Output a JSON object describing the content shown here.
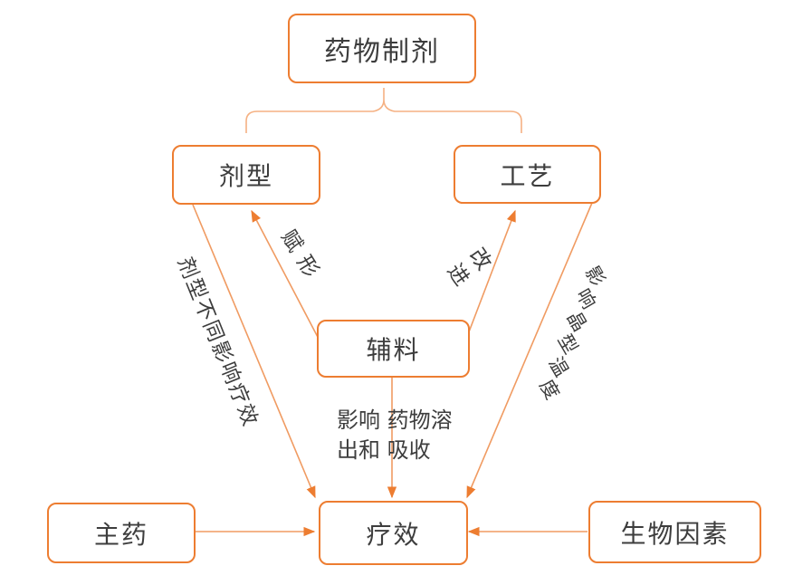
{
  "nodes": {
    "drug_preparation": "药物制剂",
    "dosage_form": "剂型",
    "process": "工艺",
    "excipients": "辅料",
    "main_drug": "主药",
    "efficacy": "疗效",
    "biological_factors": "生物因素"
  },
  "edge_labels": {
    "shaping": "赋形",
    "improvement": "改进",
    "dosage_form_effect": "剂型不同影响疗效",
    "crystal_temperature_effect": "影响晶型温度",
    "dissolution_absorption": "影响 药物溶\n出和 吸收"
  },
  "colors": {
    "box_border": "#ED7D31",
    "connector_line": "#F09B62",
    "brace": "#F5B183",
    "arrowhead": "#ED7D31",
    "text": "#3D3D3D",
    "background": "#FFFFFF"
  }
}
